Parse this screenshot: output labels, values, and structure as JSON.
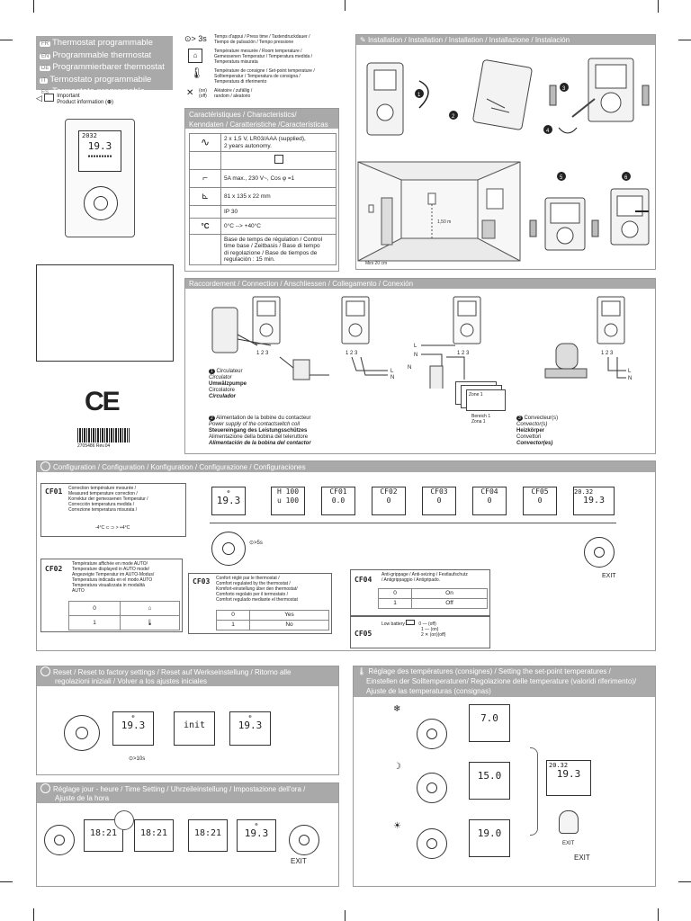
{
  "titles": {
    "fr": "Thermostat programmable",
    "en": "Programmable thermostat",
    "de": "Programmierbarer thermostat",
    "it": "Termostato programmabile",
    "es": "Termostato programable",
    "codes": [
      "FR",
      "EN",
      "DE",
      "IT",
      "ES"
    ]
  },
  "important": [
    "Important",
    "Product information ("
  ],
  "legend": {
    "press3s": "> 3s",
    "press_text": [
      "Temps d'appui / Press time / Tastendruckdauer /",
      "Tiempo de pulsación / Tempo pressione"
    ],
    "room_temp": [
      "Température mesurée / Room temperature /",
      "Gemessenen Temperatur / Temperatura medida /",
      "Temperatura misurata"
    ],
    "setpoint": [
      "Température de consigne / Set-point temperature /",
      "Solltemperatur / Temperatura de consigna /",
      "Temperatura di riferimento"
    ],
    "random_tag": [
      "(on)",
      "(off)"
    ],
    "random_text": [
      "Aléatoire / zufällig /",
      "random / aleatorio"
    ]
  },
  "characteristics": {
    "title": [
      "Caractéristiques / Characteristics/",
      "Kenndaten / Caratteristiche /Características"
    ],
    "rows": [
      {
        "icon": "sine-wave-icon",
        "text": [
          "2 x 1,5 V, LR03/AAA (supplied),",
          "2 years autonomy."
        ]
      },
      {
        "icon": "square-icon",
        "text": [
          ""
        ]
      },
      {
        "icon": "relay-icon",
        "text": [
          "5A max., 230 V~, Cos φ =1"
        ]
      },
      {
        "icon": "dimension-icon",
        "text": [
          "81 x 135 x 22 mm"
        ]
      },
      {
        "icon": "none",
        "text": [
          "IP 30"
        ]
      },
      {
        "icon": "celsius-icon",
        "text": [
          "0°C --> +40°C"
        ]
      },
      {
        "icon": "none",
        "text": [
          "Base de temps de régulation / Control",
          "time base / Zeitbasis / Base di tempo",
          "di regolazione / Base de tiempos de",
          "regulación : 15 min."
        ]
      }
    ],
    "celsius_symbol": "°C"
  },
  "installation": {
    "title": "Installation / Installation / Installation / Installazione / Instalación",
    "height": "1,50 m",
    "mini": "Mini 20 cm",
    "steps": [
      "1",
      "2",
      "3",
      "4",
      "5",
      "6"
    ]
  },
  "connection": {
    "title": "Raccordement / Connection / Anschliessen / Collegamento / Conexión",
    "terminals": "1 2 3",
    "L": "L",
    "N": "N",
    "zone1": "Zone 1",
    "zone1b": [
      "Bereich 1",
      "Zona 1"
    ],
    "item1": [
      "Circulateur",
      "Circulator",
      "Umwälzpumpe",
      "Circolatore",
      "Circulador"
    ],
    "item2": [
      "Alimentation de la bobine du contacteur",
      "Power supply of the contactswitch coil",
      "Steuereingang des Leistungsschützes",
      "Alimentazione della bobina del teleruttore",
      "Alimentación de la bobina del contactor"
    ],
    "item3": [
      "Convecteur(s)",
      "Convector(s)",
      "Heizkörper",
      "Convettori",
      "Convector(es)"
    ]
  },
  "ce": "CE",
  "barcode": "2705486 Rev.04",
  "configuration": {
    "title": "Configuration / Configuration / Konfiguration / Configurazione / Configuraciones",
    "screens": [
      "19.3",
      "H 100",
      "CF01",
      "CF02",
      "CF03",
      "CF04",
      "CF05",
      "20.32"
    ],
    "screen_sub": [
      "",
      "u 100",
      "0.0",
      "0",
      "0",
      "0",
      "0",
      "19.3"
    ],
    "press5s": ">5s",
    "exit": "EXIT",
    "cf01": {
      "label": "CF01",
      "text": [
        "Correction température mesurée /",
        "Measured temperature correction /",
        "Korrektur der gemessenen Temperatur /",
        "Corrección temperatura medida /",
        "Correzione temperatura misurata /"
      ],
      "range": [
        "-4°C",
        "+4°C"
      ]
    },
    "cf02": {
      "label": "CF02",
      "text": [
        "Température affichée en mode AUTO/",
        "Temperature displayed in AUTO mode/",
        "Angezeigte Temperatur im AUTO-Modus/",
        "Temperatura indicada en el modo AUTO",
        "Temperatura visualizzata in modalità",
        "AUTO"
      ],
      "rows": [
        "0",
        "1"
      ]
    },
    "cf03": {
      "label": "CF03",
      "text": [
        "Confort réglé par le thermostat /",
        "Comfort regulated by the thermostat /",
        "Komfort-einstellung über den thermostat/",
        "Comforto regolato per il termostato /",
        "Comfort regulado mediante el thermostat"
      ],
      "rows": [
        [
          "0",
          "Yes"
        ],
        [
          "1",
          "No"
        ]
      ]
    },
    "cf04": {
      "label": "CF04",
      "text": [
        "Anti-grippage / Anti-seizing / Festlaufschutz",
        "/ Antigrippaggio / Antigripado."
      ],
      "rows": [
        [
          "0",
          "On"
        ],
        [
          "1",
          "Off"
        ]
      ]
    },
    "cf05": {
      "label": "CF05",
      "low": "Low battery",
      "rows": [
        [
          "0",
          "(off)"
        ],
        [
          "1",
          "(on)"
        ],
        [
          "2",
          "(on)(off)"
        ]
      ]
    }
  },
  "reset": {
    "title": [
      "Reset / Reset to factory settings / Reset auf Werkseinstellung / Ritorno alle",
      "regolazioni iniziali / Volver a los ajustes iniciales"
    ],
    "screens": [
      "19.3",
      "init",
      "19.3"
    ],
    "press": ">10s"
  },
  "time": {
    "title": [
      "Réglage jour - heure / Time Setting / Uhrzeileinstellung / Impostazione dell'ora /",
      "Ajuste de la hora"
    ],
    "screens": [
      "18:21",
      "18:21",
      "18:21",
      "19.3"
    ],
    "exit": "EXIT"
  },
  "setpoint": {
    "title": [
      "Réglage des températures (consignes) / Setting the set-point temperatures /",
      "Einstellen der Solltemperaturen/ Regolazione delle temperature (valoridi riferimento)/",
      "Ajuste de las temperaturas (consignas)"
    ],
    "screens": [
      "7.0",
      "15.0",
      "19.0"
    ],
    "result": [
      "20.32",
      "19.3"
    ],
    "exit": [
      "EXIT",
      "EXIT"
    ]
  }
}
